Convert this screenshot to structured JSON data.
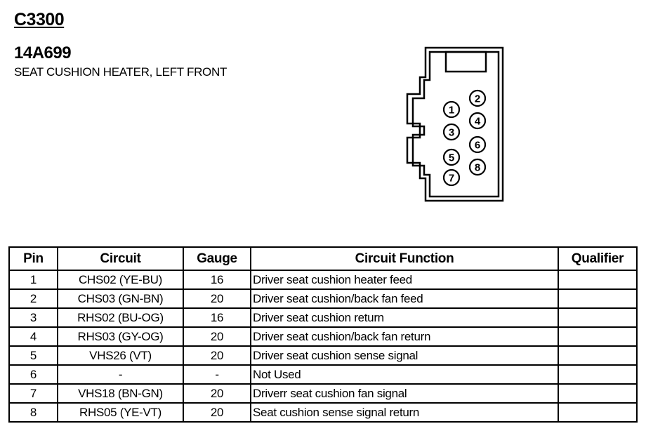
{
  "connector": {
    "id": "C3300",
    "part_number": "14A699",
    "description": "SEAT CUSHION HEATER, LEFT FRONT",
    "pin_labels": [
      "1",
      "2",
      "3",
      "4",
      "5",
      "6",
      "7",
      "8"
    ]
  },
  "table": {
    "headers": {
      "pin": "Pin",
      "circuit": "Circuit",
      "gauge": "Gauge",
      "function": "Circuit Function",
      "qualifier": "Qualifier"
    },
    "rows": [
      {
        "pin": "1",
        "circuit": "CHS02 (YE-BU)",
        "gauge": "16",
        "function": "Driver seat cushion heater feed",
        "qualifier": ""
      },
      {
        "pin": "2",
        "circuit": "CHS03 (GN-BN)",
        "gauge": "20",
        "function": "Driver seat cushion/back fan feed",
        "qualifier": ""
      },
      {
        "pin": "3",
        "circuit": "RHS02 (BU-OG)",
        "gauge": "16",
        "function": "Driver seat cushion return",
        "qualifier": ""
      },
      {
        "pin": "4",
        "circuit": "RHS03 (GY-OG)",
        "gauge": "20",
        "function": "Driver seat cushion/back fan return",
        "qualifier": ""
      },
      {
        "pin": "5",
        "circuit": "VHS26 (VT)",
        "gauge": "20",
        "function": "Driver seat cushion sense signal",
        "qualifier": ""
      },
      {
        "pin": "6",
        "circuit": "-",
        "gauge": "-",
        "function": "Not Used",
        "qualifier": ""
      },
      {
        "pin": "7",
        "circuit": "VHS18 (BN-GN)",
        "gauge": "20",
        "function": "Driverr seat cushion fan signal",
        "qualifier": ""
      },
      {
        "pin": "8",
        "circuit": "RHS05 (YE-VT)",
        "gauge": "20",
        "function": "Seat cushion sense signal return",
        "qualifier": ""
      }
    ]
  }
}
